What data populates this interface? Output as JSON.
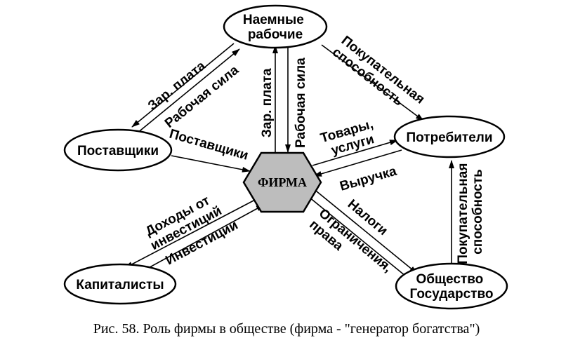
{
  "nodes": {
    "workers": {
      "lines": [
        "Наемные",
        "рабочие"
      ]
    },
    "suppliers": {
      "lines": [
        "Поставщики"
      ]
    },
    "consumers": {
      "lines": [
        "Потребители"
      ]
    },
    "capitalists": {
      "lines": [
        "Капиталисты"
      ]
    },
    "state": {
      "lines": [
        "Общество",
        "Государство"
      ]
    },
    "firm": {
      "lines": [
        "ФИРМА"
      ]
    }
  },
  "edges": {
    "wages_to_suppliers": "Зар. плата",
    "labor_from_suppliers": "Рабочая сила",
    "suppliers_to_firm": "Поставщики",
    "wages_to_workers": "Зар. плата",
    "labor_to_firm": "Рабочая сила",
    "purchasing_power_workers": [
      "Покупательная",
      "способность"
    ],
    "goods_services": [
      "Товары,",
      "услуги"
    ],
    "revenue": "Выручка",
    "investment_income": [
      "Доходы от",
      "инвестиций"
    ],
    "investments": "Инвестиции",
    "taxes": "Налоги",
    "restrictions_rights": [
      "Ограничения,",
      "права"
    ],
    "purchasing_power_state": [
      "Покупательная",
      "способность"
    ]
  },
  "caption": "Рис. 58. Роль фирмы в обществе (фирма - \"генератор богатства\")"
}
